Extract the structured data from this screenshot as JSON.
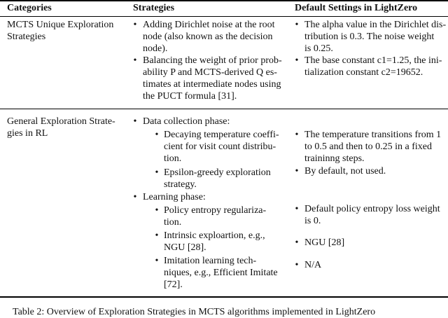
{
  "table": {
    "headers": [
      "Categories",
      "Strategies",
      "Default Settings in LightZero"
    ],
    "row1": {
      "category": [
        "MCTS Unique Exploration",
        "Strategies"
      ],
      "strategies": [
        [
          "Adding Dirichlet noise at the root",
          "node (also known as the decision",
          "node)."
        ],
        [
          "Balancing the weight of prior prob-",
          "ability P and MCTS-derived Q es-",
          "timates at intermediate nodes using",
          "the PUCT formula [31]."
        ]
      ],
      "settings": [
        [
          "The alpha value in the Dirichlet dis-",
          "tribution is 0.3. The noise weight",
          "is 0.25."
        ],
        [
          "The base constant c1=1.25, the ini-",
          "tialization constant c2=19652."
        ]
      ]
    },
    "row2": {
      "category": [
        "General Exploration Strate-",
        "gies in RL"
      ],
      "phase1": "Data collection phase:",
      "phase1_items": [
        [
          "Decaying temperature coeffi-",
          "cient for visit count distribu-",
          "tion."
        ],
        [
          "Epsilon-greedy exploration",
          "strategy."
        ]
      ],
      "phase2": "Learning phase:",
      "phase2_items": [
        [
          "Policy entropy regulariza-",
          "tion."
        ],
        [
          "Intrinsic exploartion, e.g.,",
          "NGU [28]."
        ],
        [
          "Imitation learning tech-",
          "niques, e.g., Efficient Imitate",
          "[72]."
        ]
      ],
      "settings": [
        [
          "The temperature transitions from 1",
          "to 0.5 and then to 0.25 in a fixed",
          "traininng steps."
        ],
        [
          "By default, not used."
        ],
        [
          "Default policy entropy loss weight",
          "is 0."
        ],
        [
          "NGU [28]"
        ],
        [
          "N/A"
        ]
      ]
    }
  },
  "caption": "Table 2: Overview of Exploration Strategies in MCTS algorithms implemented in LightZero",
  "bullet_symbol": "•"
}
